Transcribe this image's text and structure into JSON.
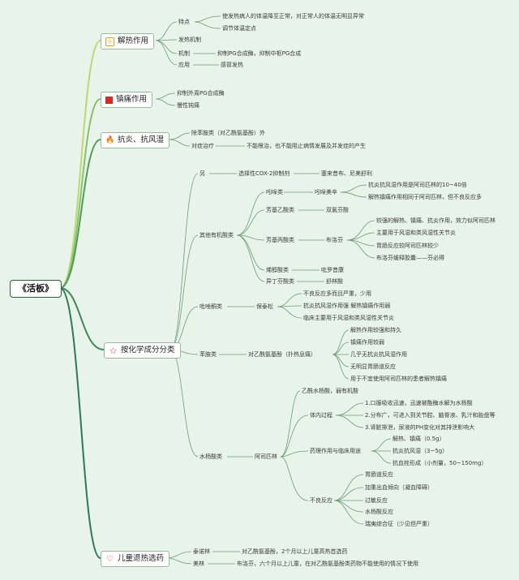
{
  "root": "《活板》",
  "branches": {
    "antipyretic": {
      "icon": "sun-icon",
      "label": "解热作用",
      "features_label": "特点",
      "features": [
        "使发热病人的体温降至正常，对正常人的体温无明显异常",
        "调节体温定点"
      ],
      "fever_mechanism": "发热机制",
      "mechanism_label": "机制",
      "mechanism": "抑制PG合成酶，抑制中枢PG合成",
      "use_label": "应用",
      "use": "感冒发热"
    },
    "analgesic": {
      "icon": "red-square-icon",
      "label": "镇痛作用",
      "items": [
        "抑制外周PG合成酶",
        "慢性钝痛"
      ]
    },
    "antiinflammatory": {
      "icon": "fire-icon",
      "label": "抗炎、抗风湿",
      "item1": "除苯胺类（对乙酰氨基酚）外",
      "item2_label": "对症治疗",
      "item2": "不能根治，也不能阻止病情发展及并发症的产生"
    },
    "classification": {
      "icon": "star-icon",
      "label": "按化学成分分类",
      "other": {
        "label": "另",
        "sub": "选择性COX-2抑制剂",
        "drugs": "塞来昔布、尼美舒利"
      },
      "organic": {
        "label": "其他有机酸类",
        "indole": {
          "label": "吲哚类",
          "drug": "吲哚美辛",
          "notes": [
            "抗炎抗风湿作用是阿司匹林的10~40倍",
            "解热镇痛作用相同于阿司匹林，但不良反应多"
          ]
        },
        "aryl_acetic": {
          "label": "芳基乙酸类",
          "drug": "双氯芬酸"
        },
        "aryl_propionic": {
          "label": "芳基丙酸类",
          "drug": "布洛芬",
          "notes": [
            "较强的解热、镇痛、抗炎作用，效力似阿司匹林",
            "主要用于风湿和类风湿性关节炎",
            "胃肠反应较阿司匹林较少",
            "布洛芬缓释胶囊——芬必得"
          ]
        },
        "enolic": {
          "label": "烯醇酸类",
          "drug": "吡罗昔康"
        },
        "isobutyl": {
          "label": "异丁芬酸类",
          "drug": "舒林酸"
        }
      },
      "pyrazolone": {
        "label": "吡唑酮类",
        "drug": "保泰松",
        "notes": [
          "不良反应多而且严重，少用",
          "抗炎抗风湿作用强 解热镇痛作用弱",
          "临床主要用于风湿和类风湿性关节炎"
        ]
      },
      "aniline": {
        "label": "苯胺类",
        "drug": "对乙酰氨基酚（扑热息痛）",
        "notes": [
          "解热作用较强和持久",
          "镇痛作用较弱",
          "几乎无抗炎抗风湿作用",
          "无明显胃肠道反应",
          "用于不宜使用阿司匹林的患者解热镇痛"
        ]
      },
      "salicylate": {
        "label": "水杨酸类",
        "drug": "阿司匹林",
        "desc": "乙酰水杨酸，弱有机酸",
        "process_label": "体内过程",
        "process": [
          "1.口服吸收迅速，迅速被酯酶水解为水杨酸",
          "2.分布广，可进入到关节腔、脑脊液、乳汁和胎盘等",
          "3.肾脏排泄，尿液的PH变化对其排泄影响大"
        ],
        "pharm_label": "药理作用与临床用途",
        "pharm": [
          "解热、镇痛（0.5g）",
          "抗炎抗风湿（3~5g）",
          "抗血栓形成（小剂量，50~150mg）"
        ],
        "adverse_label": "不良反应",
        "adverse": [
          "胃肠道反应",
          "加重出血倾向（凝血障碍）",
          "过敏反应",
          "水杨酸反应",
          "瑞夷综合征（少见但严重）"
        ]
      }
    },
    "children": {
      "icon": "heart-icon",
      "label": "儿童退热选药",
      "r1_label": "泰诺林",
      "r1": "对乙酰氨基酚，2个月以上儿童高热首选药",
      "r2_label": "美林",
      "r2": "布洛芬，六个月以上儿童，在对乙酰氨基酚类药物不能使用的情况下使用"
    }
  },
  "colors": {
    "background": "#e8f4ea",
    "branch1": "#b8d86a",
    "branch2": "#6ab86c",
    "branch3": "#3e8a54",
    "branch4": "#2f7a4a",
    "branch5": "#1f6a46"
  }
}
